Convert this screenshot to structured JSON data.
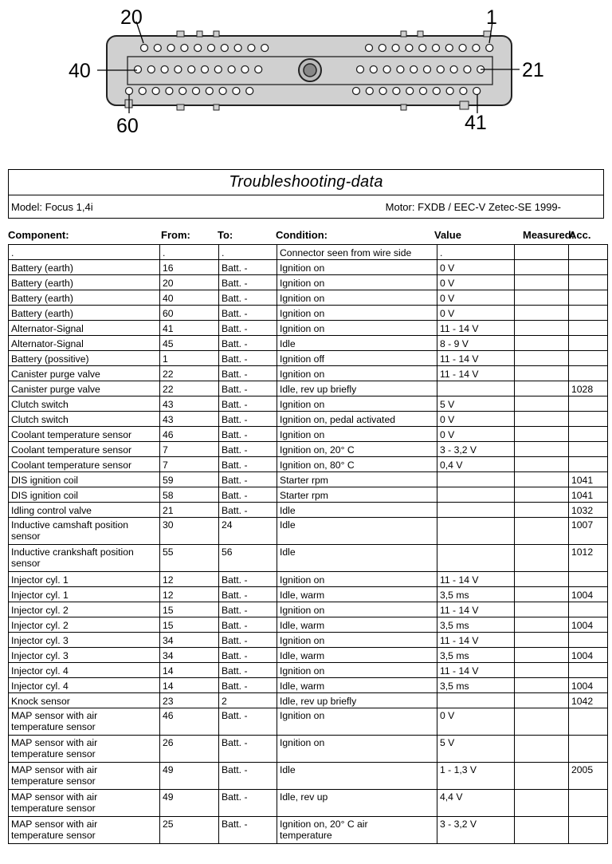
{
  "connector": {
    "pin_labels": {
      "p20": "20",
      "p1": "1",
      "p40": "40",
      "p21": "21",
      "p60": "60",
      "p41": "41"
    }
  },
  "header": {
    "title": "Troubleshooting-data",
    "model": "Model: Focus 1,4i",
    "motor": "Motor: FXDB / EEC-V Zetec-SE 1999-"
  },
  "columns": {
    "component": "Component:",
    "from": "From:",
    "to": "To:",
    "condition": "Condition:",
    "value": "Value",
    "measured": "Measured:",
    "acc": "Acc."
  },
  "rows": [
    {
      "component": ".",
      "from": ".",
      "to": ".",
      "condition": "Connector seen from wire side",
      "value": ".",
      "measured": "",
      "acc": ""
    },
    {
      "component": "Battery (earth)",
      "from": "16",
      "to": "Batt. -",
      "condition": "Ignition on",
      "value": "0 V",
      "measured": "",
      "acc": ""
    },
    {
      "component": "Battery (earth)",
      "from": "20",
      "to": "Batt. -",
      "condition": "Ignition on",
      "value": "0 V",
      "measured": "",
      "acc": ""
    },
    {
      "component": "Battery (earth)",
      "from": "40",
      "to": "Batt. -",
      "condition": "Ignition on",
      "value": "0 V",
      "measured": "",
      "acc": ""
    },
    {
      "component": "Battery (earth)",
      "from": "60",
      "to": "Batt. -",
      "condition": "Ignition on",
      "value": "0 V",
      "measured": "",
      "acc": ""
    },
    {
      "component": "Alternator-Signal",
      "from": "41",
      "to": "Batt. -",
      "condition": "Ignition on",
      "value": "11 - 14 V",
      "measured": "",
      "acc": ""
    },
    {
      "component": "Alternator-Signal",
      "from": "45",
      "to": "Batt. -",
      "condition": "Idle",
      "value": "8 - 9 V",
      "measured": "",
      "acc": ""
    },
    {
      "component": "Battery (possitive)",
      "from": "1",
      "to": "Batt. -",
      "condition": "Ignition off",
      "value": "11 - 14 V",
      "measured": "",
      "acc": ""
    },
    {
      "component": "Canister purge valve",
      "from": "22",
      "to": "Batt. -",
      "condition": "Ignition on",
      "value": "11 - 14 V",
      "measured": "",
      "acc": ""
    },
    {
      "component": "Canister purge valve",
      "from": "22",
      "to": "Batt. -",
      "condition": "Idle, rev up briefly",
      "value": "",
      "measured": "",
      "acc": "1028"
    },
    {
      "component": "Clutch switch",
      "from": "43",
      "to": "Batt. -",
      "condition": "Ignition on",
      "value": "5 V",
      "measured": "",
      "acc": ""
    },
    {
      "component": "Clutch switch",
      "from": "43",
      "to": "Batt. -",
      "condition": "Ignition on, pedal activated",
      "value": "0 V",
      "measured": "",
      "acc": ""
    },
    {
      "component": "Coolant temperature sensor",
      "from": "46",
      "to": "Batt. -",
      "condition": "Ignition on",
      "value": "0 V",
      "measured": "",
      "acc": ""
    },
    {
      "component": "Coolant temperature sensor",
      "from": "7",
      "to": "Batt. -",
      "condition": "Ignition on, 20° C",
      "value": "3 - 3,2 V",
      "measured": "",
      "acc": ""
    },
    {
      "component": "Coolant temperature sensor",
      "from": "7",
      "to": "Batt. -",
      "condition": "Ignition on, 80° C",
      "value": "0,4 V",
      "measured": "",
      "acc": ""
    },
    {
      "component": "DIS ignition coil",
      "from": "59",
      "to": "Batt. -",
      "condition": "Starter rpm",
      "value": "",
      "measured": "",
      "acc": "1041"
    },
    {
      "component": "DIS ignition coil",
      "from": "58",
      "to": "Batt. -",
      "condition": "Starter rpm",
      "value": "",
      "measured": "",
      "acc": "1041"
    },
    {
      "component": "Idling control valve",
      "from": "21",
      "to": "Batt. -",
      "condition": "Idle",
      "value": "",
      "measured": "",
      "acc": "1032"
    },
    {
      "component": "Inductive camshaft position\nsensor",
      "from": "30",
      "to": "24",
      "condition": "Idle",
      "value": "",
      "measured": "",
      "acc": "1007",
      "tall": true
    },
    {
      "component": "Inductive crankshaft position\nsensor",
      "from": "55",
      "to": "56",
      "condition": "Idle",
      "value": "",
      "measured": "",
      "acc": "1012",
      "tall": true
    },
    {
      "component": "Injector cyl. 1",
      "from": "12",
      "to": "Batt. -",
      "condition": "Ignition on",
      "value": "11 - 14 V",
      "measured": "",
      "acc": ""
    },
    {
      "component": "Injector cyl. 1",
      "from": "12",
      "to": "Batt. -",
      "condition": "Idle, warm",
      "value": "3,5 ms",
      "measured": "",
      "acc": "1004"
    },
    {
      "component": "Injector cyl. 2",
      "from": "15",
      "to": "Batt. -",
      "condition": "Ignition on",
      "value": "11 - 14 V",
      "measured": "",
      "acc": ""
    },
    {
      "component": "Injector cyl. 2",
      "from": "15",
      "to": "Batt. -",
      "condition": "Idle, warm",
      "value": "3,5 ms",
      "measured": "",
      "acc": "1004"
    },
    {
      "component": "Injector cyl. 3",
      "from": "34",
      "to": "Batt. -",
      "condition": "Ignition on",
      "value": "11 - 14 V",
      "measured": "",
      "acc": ""
    },
    {
      "component": "Injector cyl. 3",
      "from": "34",
      "to": "Batt. -",
      "condition": "Idle, warm",
      "value": "3,5 ms",
      "measured": "",
      "acc": "1004"
    },
    {
      "component": "Injector cyl. 4",
      "from": "14",
      "to": "Batt. -",
      "condition": "Ignition on",
      "value": "11 - 14 V",
      "measured": "",
      "acc": ""
    },
    {
      "component": "Injector cyl. 4",
      "from": "14",
      "to": "Batt. -",
      "condition": "Idle, warm",
      "value": "3,5 ms",
      "measured": "",
      "acc": "1004"
    },
    {
      "component": "Knock sensor",
      "from": "23",
      "to": "2",
      "condition": "Idle, rev up briefly",
      "value": "",
      "measured": "",
      "acc": "1042"
    },
    {
      "component": "MAP sensor with air\ntemperature sensor",
      "from": "46",
      "to": "Batt. -",
      "condition": "Ignition on",
      "value": "0 V",
      "measured": "",
      "acc": "",
      "tall": true
    },
    {
      "component": "MAP sensor with air\ntemperature sensor",
      "from": "26",
      "to": "Batt. -",
      "condition": "Ignition on",
      "value": "5 V",
      "measured": "",
      "acc": "",
      "tall": true
    },
    {
      "component": "MAP sensor with air\ntemperature sensor",
      "from": "49",
      "to": "Batt. -",
      "condition": "Idle",
      "value": "1 - 1,3 V",
      "measured": "",
      "acc": "2005",
      "tall": true
    },
    {
      "component": "MAP sensor with air\ntemperature sensor",
      "from": "49",
      "to": "Batt. -",
      "condition": "Idle, rev up",
      "value": "4,4 V",
      "measured": "",
      "acc": "",
      "tall": true
    },
    {
      "component": "MAP sensor with air\ntemperature sensor",
      "from": "25",
      "to": "Batt. -",
      "condition": "Ignition on, 20° C air\ntemperature",
      "value": "3 - 3,2 V",
      "measured": "",
      "acc": "",
      "tall": true
    }
  ]
}
